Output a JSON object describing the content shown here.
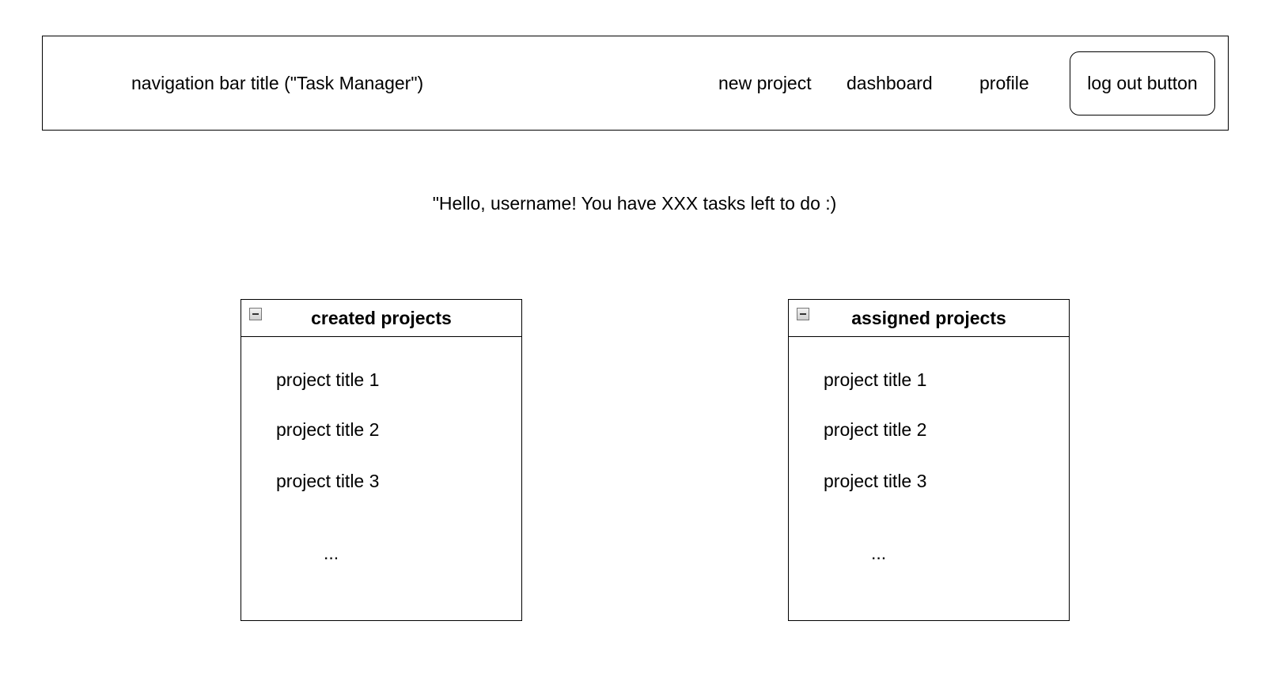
{
  "navbar": {
    "title": "navigation bar title (\"Task Manager\")",
    "links": [
      "new project",
      "dashboard",
      "profile"
    ],
    "logout_label": "log out button"
  },
  "greeting": "\"Hello, username! You have XXX tasks left to do :)",
  "panels": {
    "created": {
      "title": "created projects",
      "items": [
        "project title 1",
        "project title 2",
        "project title 3"
      ],
      "more": "..."
    },
    "assigned": {
      "title": "assigned projects",
      "items": [
        "project title 1",
        "project title 2",
        "project title 3"
      ],
      "more": "..."
    }
  },
  "icons": {
    "collapse": "collapse-icon"
  }
}
